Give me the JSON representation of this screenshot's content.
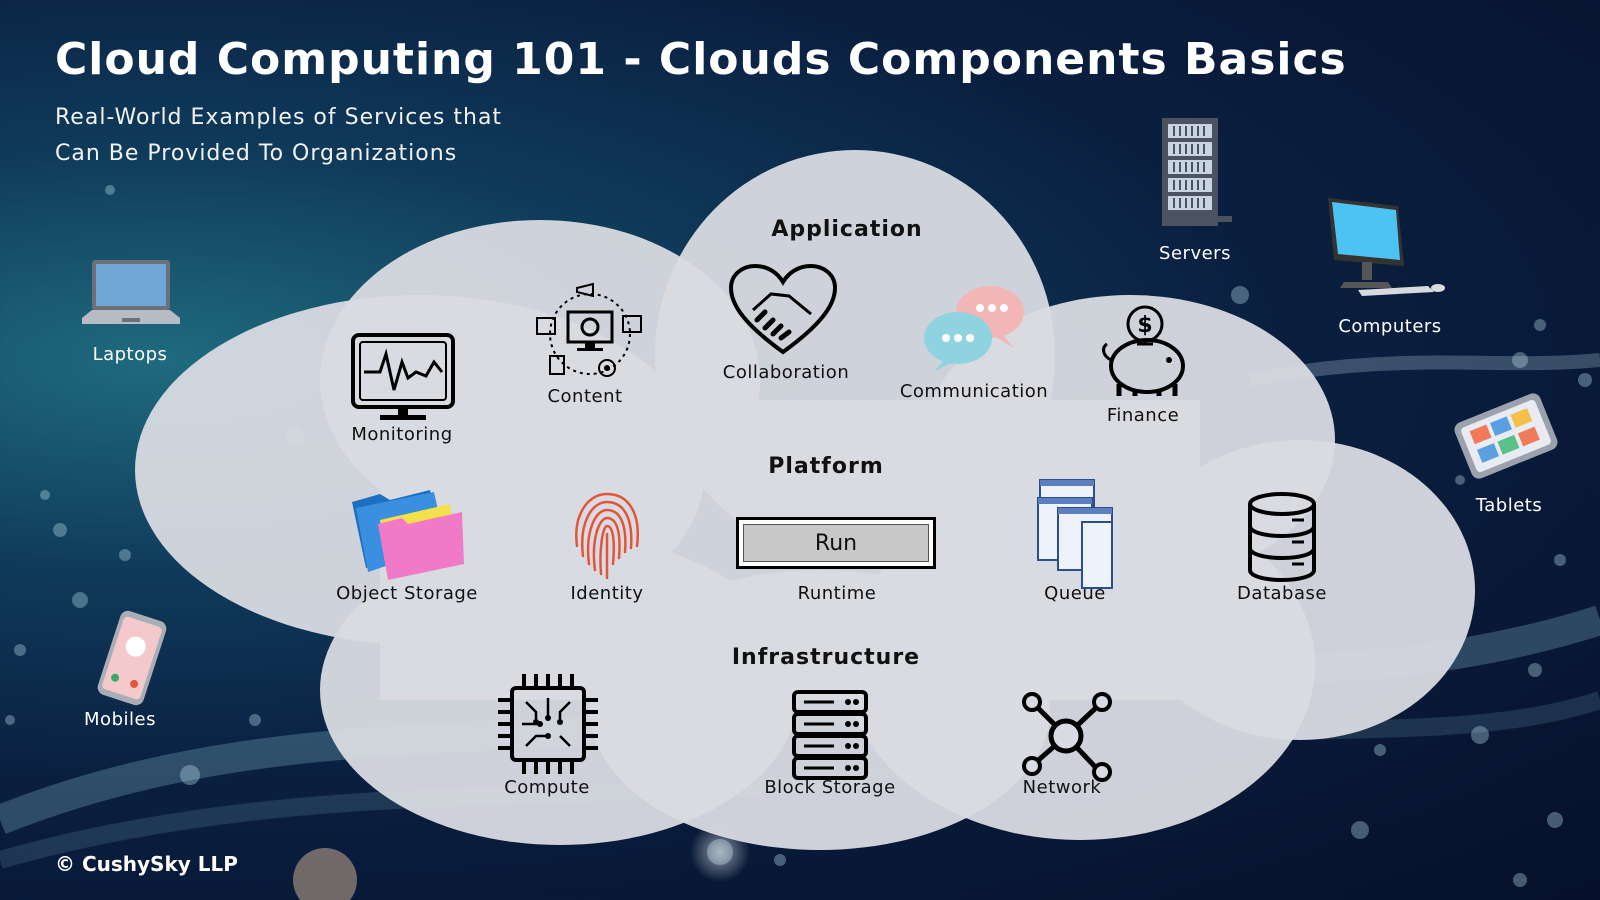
{
  "title": "Cloud Computing 101 - Clouds Components Basics",
  "subtitle": [
    "Real-World Examples of Services that",
    "Can Be Provided To Organizations"
  ],
  "copyright": "© CushySky LLP",
  "colors": {
    "cloud": "#d9dbe2",
    "background": "#0a1f40",
    "text_dark": "#111111",
    "text_light": "#ffffff"
  },
  "sections": {
    "application": "Application",
    "platform": "Platform",
    "infrastructure": "Infrastructure"
  },
  "application_items": {
    "monitoring": {
      "label": "Monitoring",
      "icon": "monitor-heartbeat-icon"
    },
    "content": {
      "label": "Content",
      "icon": "content-hub-icon"
    },
    "collaboration": {
      "label": "Collaboration",
      "icon": "handshake-heart-icon"
    },
    "communication": {
      "label": "Communication",
      "icon": "chat-bubbles-icon"
    },
    "finance": {
      "label": "Finance",
      "icon": "piggy-bank-icon"
    }
  },
  "platform_items": {
    "object_storage": {
      "label": "Object Storage",
      "icon": "folders-icon"
    },
    "identity": {
      "label": "Identity",
      "icon": "fingerprint-icon"
    },
    "runtime": {
      "label": "Runtime",
      "icon": "run-button-icon",
      "button_text": "Run"
    },
    "queue": {
      "label": "Queue",
      "icon": "document-queue-icon"
    },
    "database": {
      "label": "Database",
      "icon": "database-icon"
    }
  },
  "infrastructure_items": {
    "compute": {
      "label": "Compute",
      "icon": "cpu-chip-icon"
    },
    "block_storage": {
      "label": "Block Storage",
      "icon": "server-rack-icon"
    },
    "network": {
      "label": "Network",
      "icon": "network-nodes-icon"
    }
  },
  "devices": {
    "laptops": {
      "label": "Laptops",
      "icon": "laptop-icon"
    },
    "mobiles": {
      "label": "Mobiles",
      "icon": "mobile-phone-icon"
    },
    "servers": {
      "label": "Servers",
      "icon": "server-tower-icon"
    },
    "computers": {
      "label": "Computers",
      "icon": "desktop-computer-icon"
    },
    "tablets": {
      "label": "Tablets",
      "icon": "tablet-icon"
    }
  }
}
